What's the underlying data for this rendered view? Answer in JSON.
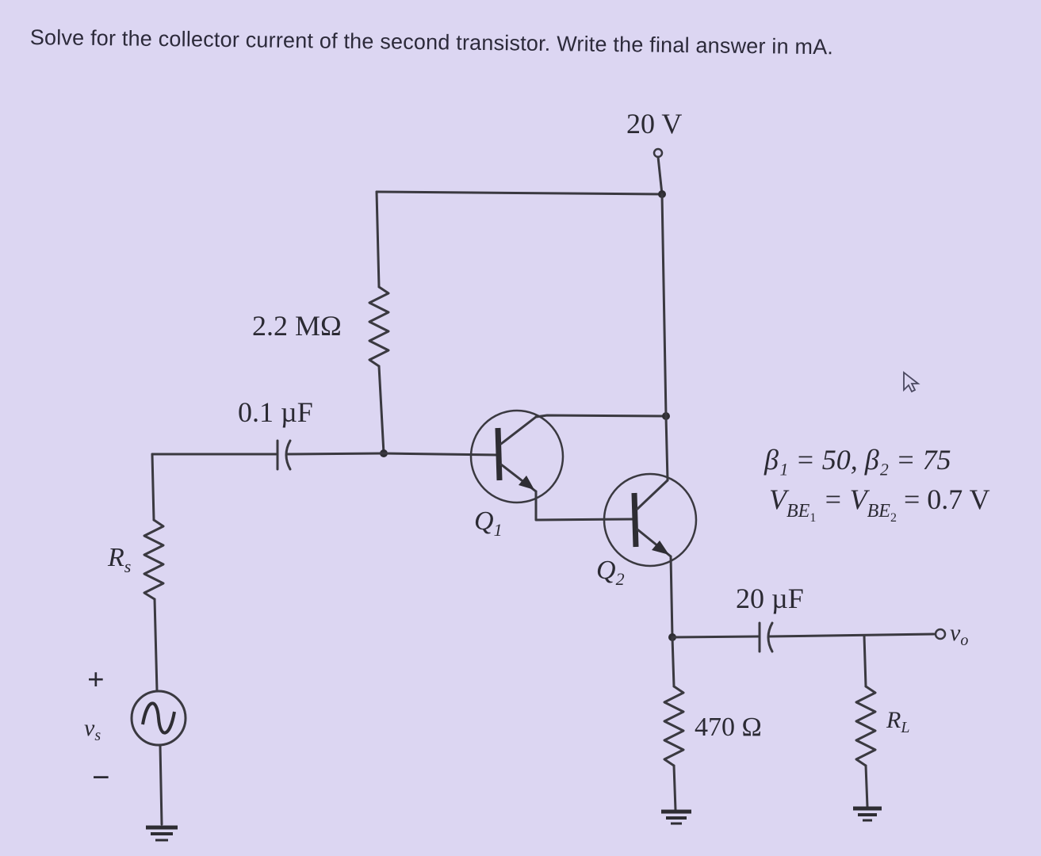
{
  "question": "Solve for the collector current of the second transistor. Write the final answer in mA.",
  "circuit": {
    "supply": "20 V",
    "bias_resistor": "2.2 MΩ",
    "input_capacitor": "0.1 µF",
    "output_capacitor": "20 µF",
    "emitter_resistor": "470 Ω",
    "source_resistor": {
      "main": "R",
      "sub": "s"
    },
    "source_voltage": {
      "main": "v",
      "sub": "s"
    },
    "load_resistor": {
      "main": "R",
      "sub": "L"
    },
    "output_voltage": {
      "main": "v",
      "sub": "o"
    },
    "plus_sign": "+",
    "minus_sign": "−",
    "q1": {
      "main": "Q",
      "sub": "1"
    },
    "q2": {
      "main": "Q",
      "sub": "2"
    },
    "betas": "β₁ = 50, β₂ = 75",
    "vbe": "V",
    "vbe_sub1": "BE",
    "vbe_sub1b": "1",
    "vbe_eq": " = V",
    "vbe_sub2": "BE",
    "vbe_sub2b": "2",
    "vbe_value": " = 0.7 V"
  },
  "colors": {
    "background": "#dcd6f2",
    "ink": "#2e2d33"
  }
}
